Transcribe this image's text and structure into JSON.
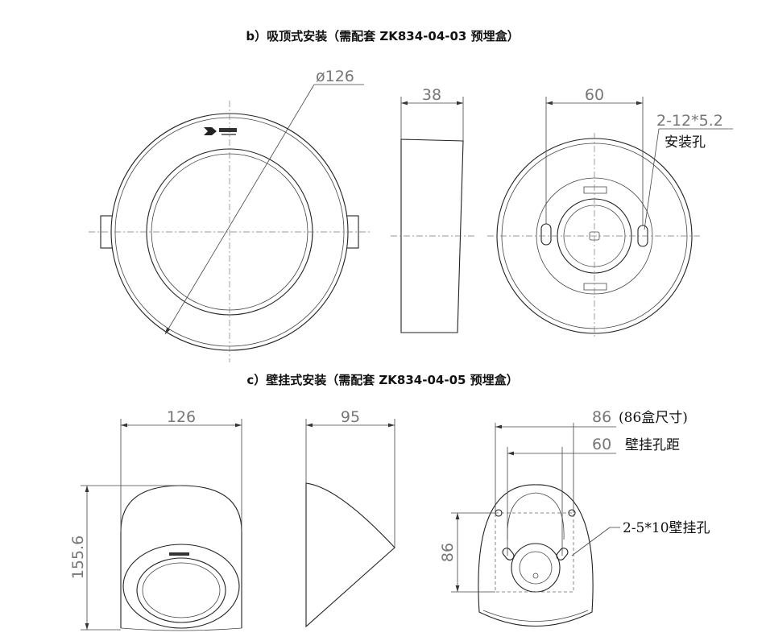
{
  "section_b": {
    "title": "b）吸顶式安装（需配套 ZK834-04-03 预埋盒）",
    "diameter_label": "ø126",
    "depth_label": "38",
    "hole_spacing_label": "60",
    "hole_spec_label": "2-12*5.2",
    "hole_name_label": "安装孔"
  },
  "section_c": {
    "title": "c）壁挂式安装（需配套 ZK834-04-05 预埋盒）",
    "width_label": "126",
    "height_label": "155.6",
    "depth_label": "95",
    "box_width_label": "86",
    "box_note_label": "(86盒尺寸)",
    "wall_spacing_label": "60",
    "wall_spacing_note": "壁挂孔距",
    "box_height_label": "86",
    "wall_hole_label": "2-5*10壁挂孔"
  },
  "logo_text": "logo"
}
